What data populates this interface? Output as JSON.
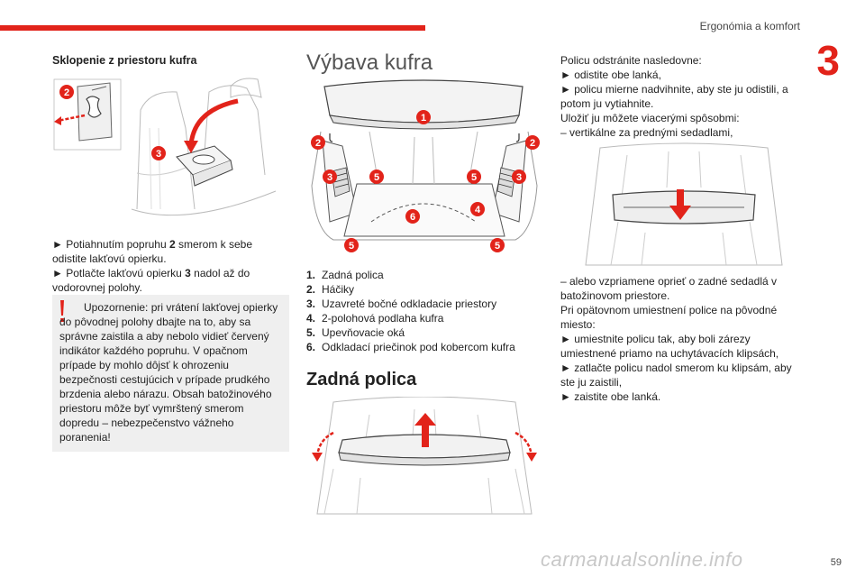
{
  "header": {
    "title": "Ergonómia a komfort",
    "chapter": "3",
    "page": "59"
  },
  "left": {
    "heading": "Sklopenie z priestoru kufra",
    "callouts": [
      "2",
      "3"
    ],
    "steps": [
      [
        "► Potiahnutím popruhu ",
        "2",
        " smerom k sebe"
      ],
      [
        "odistite lakťovú opierku."
      ],
      [
        "► Potlačte lakťovú opierku ",
        "3",
        " nadol až do"
      ],
      [
        "vodorovnej polohy."
      ]
    ],
    "warning": "Upozornenie: pri vrátení lakťovej opierky do pôvodnej polohy dbajte na to, aby sa správne zaistila a aby nebolo vidieť červený indikátor každého popruhu. V opačnom prípade by mohlo dôjsť k ohrozeniu bezpečnosti cestujúcich v prípade prudkého brzdenia alebo nárazu. Obsah batožinového priestoru môže byť vymrštený smerom dopredu – nebezpečenstvo vážneho poranenia!"
  },
  "middle": {
    "heading": "Výbava kufra",
    "callouts": [
      "1",
      "2",
      "2",
      "3",
      "3",
      "5",
      "5",
      "4",
      "6",
      "5",
      "5"
    ],
    "items": [
      {
        "num": "1.",
        "text": "Zadná polica"
      },
      {
        "num": "2.",
        "text": "Háčiky"
      },
      {
        "num": "3.",
        "text": "Uzavreté bočné odkladacie priestory"
      },
      {
        "num": "4.",
        "text": "2-polohová podlaha kufra"
      },
      {
        "num": "5.",
        "text": "Upevňovacie oká"
      },
      {
        "num": "6.",
        "text": "Odkladací priečinok pod kobercom kufra"
      }
    ],
    "heading2": "Zadná polica"
  },
  "right": {
    "lines1": [
      "Policu odstránite nasledovne:",
      "► odistite obe lanká,",
      "► policu mierne nadvihnite, aby ste ju odistili, a",
      "potom ju vytiahnite.",
      "Uložiť ju môžete viacerými spôsobmi:",
      "– vertikálne za prednými sedadlami,"
    ],
    "lines2": [
      "– alebo vzpriamene oprieť o zadné sedadlá v",
      "batožinovom priestore.",
      "Pri opätovnom umiestnení police na pôvodné",
      "miesto:",
      "► umiestnite policu tak, aby boli zárezy",
      "umiestnené priamo na uchytávacích klipsách,",
      "► zatlačte policu nadol smerom ku klipsám, aby",
      "ste ju zaistili,",
      "► zaistite obe lanká."
    ]
  },
  "watermark": "carmanualsonline.info",
  "colors": {
    "accent": "#e2231a",
    "warning_bg": "#efefef"
  }
}
